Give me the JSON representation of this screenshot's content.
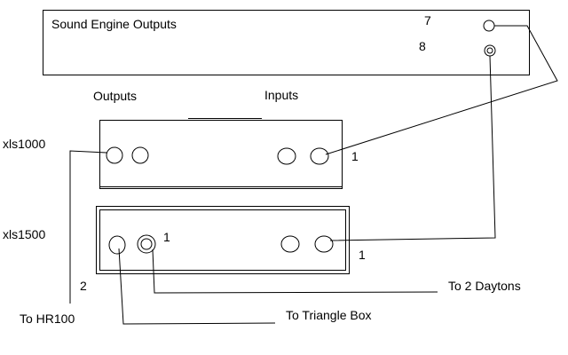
{
  "sound_engine": {
    "title": "Sound Engine Outputs",
    "port_7": "7",
    "port_8": "8"
  },
  "column_headers": {
    "outputs": "Outputs",
    "inputs": "Inputs"
  },
  "amp_xls1000": {
    "name": "xls1000",
    "input_channel": "1"
  },
  "amp_xls1500": {
    "name": "xls1500",
    "output_channel": "1",
    "input_channel": "1",
    "hr100_channel": "2"
  },
  "destinations": {
    "daytons": "To 2 Daytons",
    "triangle_box": "To Triangle Box",
    "hr100": "To HR100"
  }
}
